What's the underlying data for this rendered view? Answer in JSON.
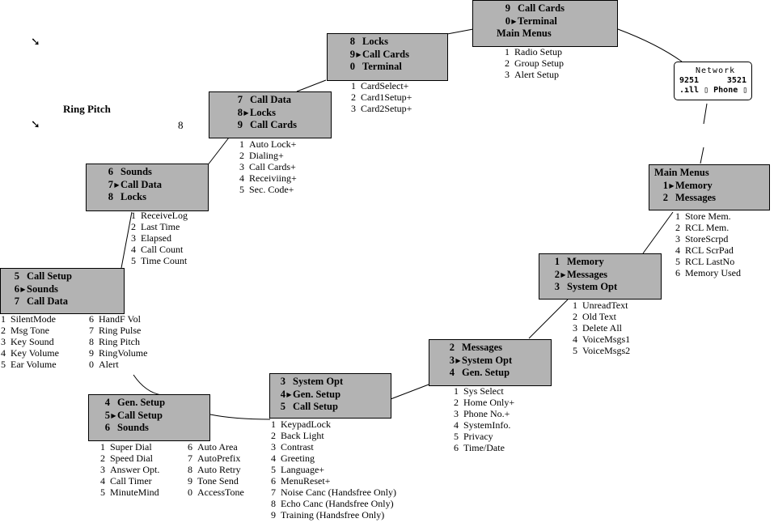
{
  "free_text": {
    "arrow_1": "➘",
    "arrow_2": "➘",
    "ring_pitch_label": "Ring Pitch",
    "ring_pitch_value": "8"
  },
  "lcd": {
    "line1": "Network",
    "line2_left": "9251",
    "line2_right": "3521",
    "line3": ".ıll ▯ Phone ▯"
  },
  "boxes": {
    "top": {
      "rows": [
        {
          "num": "9",
          "marker": "",
          "label": "Call Cards"
        },
        {
          "num": "0",
          "marker": "▶",
          "label": "Terminal"
        },
        {
          "num": "",
          "marker": "",
          "label": "Main Menus"
        }
      ]
    },
    "locks": {
      "rows": [
        {
          "num": "8",
          "marker": "",
          "label": "Locks"
        },
        {
          "num": "9",
          "marker": "▶",
          "label": "Call Cards"
        },
        {
          "num": "0",
          "marker": "",
          "label": "Terminal"
        }
      ]
    },
    "calldata": {
      "rows": [
        {
          "num": "7",
          "marker": "",
          "label": "Call Data"
        },
        {
          "num": "8",
          "marker": "▶",
          "label": "Locks"
        },
        {
          "num": "9",
          "marker": "",
          "label": "Call Cards"
        }
      ]
    },
    "sounds": {
      "rows": [
        {
          "num": "6",
          "marker": "",
          "label": "Sounds"
        },
        {
          "num": "7",
          "marker": "▶",
          "label": "Call Data"
        },
        {
          "num": "8",
          "marker": "",
          "label": "Locks"
        }
      ]
    },
    "callsetup": {
      "rows": [
        {
          "num": "5",
          "marker": "",
          "label": "Call Setup"
        },
        {
          "num": "6",
          "marker": "▶",
          "label": "Sounds"
        },
        {
          "num": "7",
          "marker": "",
          "label": "Call Data"
        }
      ]
    },
    "gensetup": {
      "rows": [
        {
          "num": "4",
          "marker": "",
          "label": "Gen. Setup"
        },
        {
          "num": "5",
          "marker": "▶",
          "label": "Call Setup"
        },
        {
          "num": "6",
          "marker": "",
          "label": "Sounds"
        }
      ]
    },
    "systemopt": {
      "rows": [
        {
          "num": "3",
          "marker": "",
          "label": "System Opt"
        },
        {
          "num": "4",
          "marker": "▶",
          "label": "Gen. Setup"
        },
        {
          "num": "5",
          "marker": "",
          "label": "Call Setup"
        }
      ]
    },
    "messages": {
      "rows": [
        {
          "num": "2",
          "marker": "",
          "label": "Messages"
        },
        {
          "num": "3",
          "marker": "▶",
          "label": "System Opt"
        },
        {
          "num": "4",
          "marker": "",
          "label": "Gen. Setup"
        }
      ]
    },
    "memory": {
      "rows": [
        {
          "num": "1",
          "marker": "",
          "label": "Memory"
        },
        {
          "num": "2",
          "marker": "▶",
          "label": "Messages"
        },
        {
          "num": "3",
          "marker": "",
          "label": "System Opt"
        }
      ]
    },
    "mainmenus": {
      "rows": [
        {
          "num": "",
          "marker": "",
          "label": "Main Menus"
        },
        {
          "num": "1",
          "marker": "▶",
          "label": "Memory"
        },
        {
          "num": "2",
          "marker": "",
          "label": "Messages"
        }
      ]
    }
  },
  "lists": {
    "terminal": [
      {
        "num": "1",
        "label": "Radio Setup"
      },
      {
        "num": "2",
        "label": "Group Setup"
      },
      {
        "num": "3",
        "label": "Alert Setup"
      }
    ],
    "callcards": [
      {
        "num": "1",
        "label": "CardSelect+"
      },
      {
        "num": "2",
        "label": "Card1Setup+"
      },
      {
        "num": "3",
        "label": "Card2Setup+"
      }
    ],
    "locks": [
      {
        "num": "1",
        "label": "Auto Lock+"
      },
      {
        "num": "2",
        "label": "Dialing+"
      },
      {
        "num": "3",
        "label": "Call Cards+"
      },
      {
        "num": "4",
        "label": "Receiviing+"
      },
      {
        "num": "5",
        "label": "Sec. Code+"
      }
    ],
    "calldata": [
      {
        "num": "1",
        "label": "ReceiveLog"
      },
      {
        "num": "2",
        "label": "Last Time"
      },
      {
        "num": "3",
        "label": "Elapsed"
      },
      {
        "num": "4",
        "label": "Call Count"
      },
      {
        "num": "5",
        "label": "Time Count"
      }
    ],
    "sounds_a": [
      {
        "num": "1",
        "label": "SilentMode"
      },
      {
        "num": "2",
        "label": "Msg Tone"
      },
      {
        "num": "3",
        "label": "Key Sound"
      },
      {
        "num": "4",
        "label": "Key Volume"
      },
      {
        "num": "5",
        "label": "Ear Volume"
      }
    ],
    "sounds_b": [
      {
        "num": "6",
        "label": "HandF Vol"
      },
      {
        "num": "7",
        "label": "Ring Pulse"
      },
      {
        "num": "8",
        "label": "Ring Pitch"
      },
      {
        "num": "9",
        "label": "RingVolume"
      },
      {
        "num": "0",
        "label": "Alert"
      }
    ],
    "callsetup_a": [
      {
        "num": "1",
        "label": "Super Dial"
      },
      {
        "num": "2",
        "label": "Speed Dial"
      },
      {
        "num": "3",
        "label": "Answer Opt."
      },
      {
        "num": "4",
        "label": "Call Timer"
      },
      {
        "num": "5",
        "label": "MinuteMind"
      }
    ],
    "callsetup_b": [
      {
        "num": "6",
        "label": "Auto Area"
      },
      {
        "num": "7",
        "label": "AutoPrefix"
      },
      {
        "num": "8",
        "label": "Auto Retry"
      },
      {
        "num": "9",
        "label": "Tone Send"
      },
      {
        "num": "0",
        "label": "AccessTone"
      }
    ],
    "gensetup": [
      {
        "num": "1",
        "label": "KeypadLock"
      },
      {
        "num": "2",
        "label": "Back Light"
      },
      {
        "num": "3",
        "label": "Contrast"
      },
      {
        "num": "4",
        "label": "Greeting"
      },
      {
        "num": "5",
        "label": "Language+"
      },
      {
        "num": "6",
        "label": "MenuReset+"
      },
      {
        "num": "7",
        "label": "Noise Canc (Handsfree Only)"
      },
      {
        "num": "8",
        "label": "Echo Canc (Handsfree Only)"
      },
      {
        "num": "9",
        "label": "Training (Handsfree Only)"
      }
    ],
    "systemopt": [
      {
        "num": "1",
        "label": "Sys Select"
      },
      {
        "num": "2",
        "label": "Home Only+"
      },
      {
        "num": "3",
        "label": "Phone No.+"
      },
      {
        "num": "4",
        "label": "SystemInfo."
      },
      {
        "num": "5",
        "label": "Privacy"
      },
      {
        "num": "6",
        "label": "Time/Date"
      }
    ],
    "messages": [
      {
        "num": "1",
        "label": "UnreadText"
      },
      {
        "num": "2",
        "label": "Old Text"
      },
      {
        "num": "3",
        "label": "Delete All"
      },
      {
        "num": "4",
        "label": "VoiceMsgs1"
      },
      {
        "num": "5",
        "label": "VoiceMsgs2"
      }
    ],
    "memory": [
      {
        "num": "1",
        "label": "Store Mem."
      },
      {
        "num": "2",
        "label": "RCL Mem."
      },
      {
        "num": "3",
        "label": "StoreScrpd"
      },
      {
        "num": "4",
        "label": "RCL ScrPad"
      },
      {
        "num": "5",
        "label": "RCL LastNo"
      },
      {
        "num": "6",
        "label": "Memory Used"
      }
    ]
  }
}
